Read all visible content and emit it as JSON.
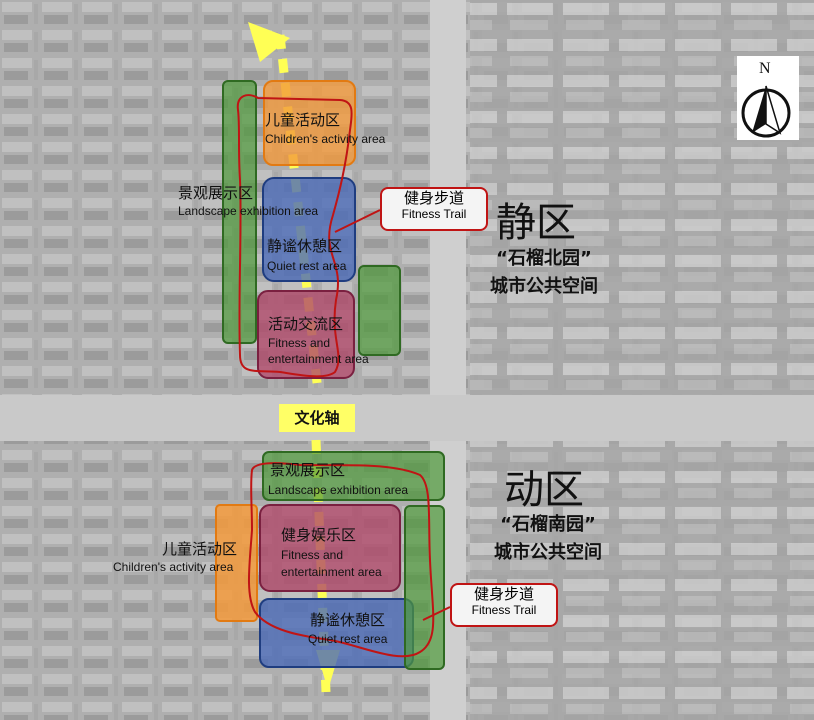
{
  "north_arrow": {
    "label": "N"
  },
  "culture_axis": {
    "label": "文化轴"
  },
  "north_garden": {
    "zone_title": "静区",
    "name": "“石榴北园”",
    "subtitle": "城市公共空间",
    "areas": {
      "children": {
        "cn": "儿童活动区",
        "en": "Children's activity area"
      },
      "landscape": {
        "cn": "景观展示区",
        "en": "Landscape exhibition area"
      },
      "quiet": {
        "cn": "静谧休憩区",
        "en": "Quiet rest area"
      },
      "fitness": {
        "cn": "活动交流区",
        "en1": "Fitness and",
        "en2": "entertainment area"
      }
    },
    "trail": {
      "cn": "健身步道",
      "en": "Fitness Trail"
    }
  },
  "south_garden": {
    "zone_title": "动区",
    "name": "“石榴南园”",
    "subtitle": "城市公共空间",
    "areas": {
      "landscape": {
        "cn": "景观展示区",
        "en": "Landscape exhibition area"
      },
      "children": {
        "cn": "儿童活动区",
        "en": "Children's activity area"
      },
      "fitness": {
        "cn": "健身娱乐区",
        "en1": "Fitness and",
        "en2": "entertainment area"
      },
      "quiet": {
        "cn": "静谧休憩区",
        "en": "Quiet rest area"
      }
    },
    "trail": {
      "cn": "健身步道",
      "en": "Fitness Trail"
    }
  },
  "colors": {
    "orange_zone": "#f39a3c",
    "blue_zone": "#4c6cb8",
    "pink_zone": "#b04a6a",
    "green_zone": "#4f9a3a",
    "trail_red": "#c01414",
    "axis_yellow": "#ffff55"
  }
}
